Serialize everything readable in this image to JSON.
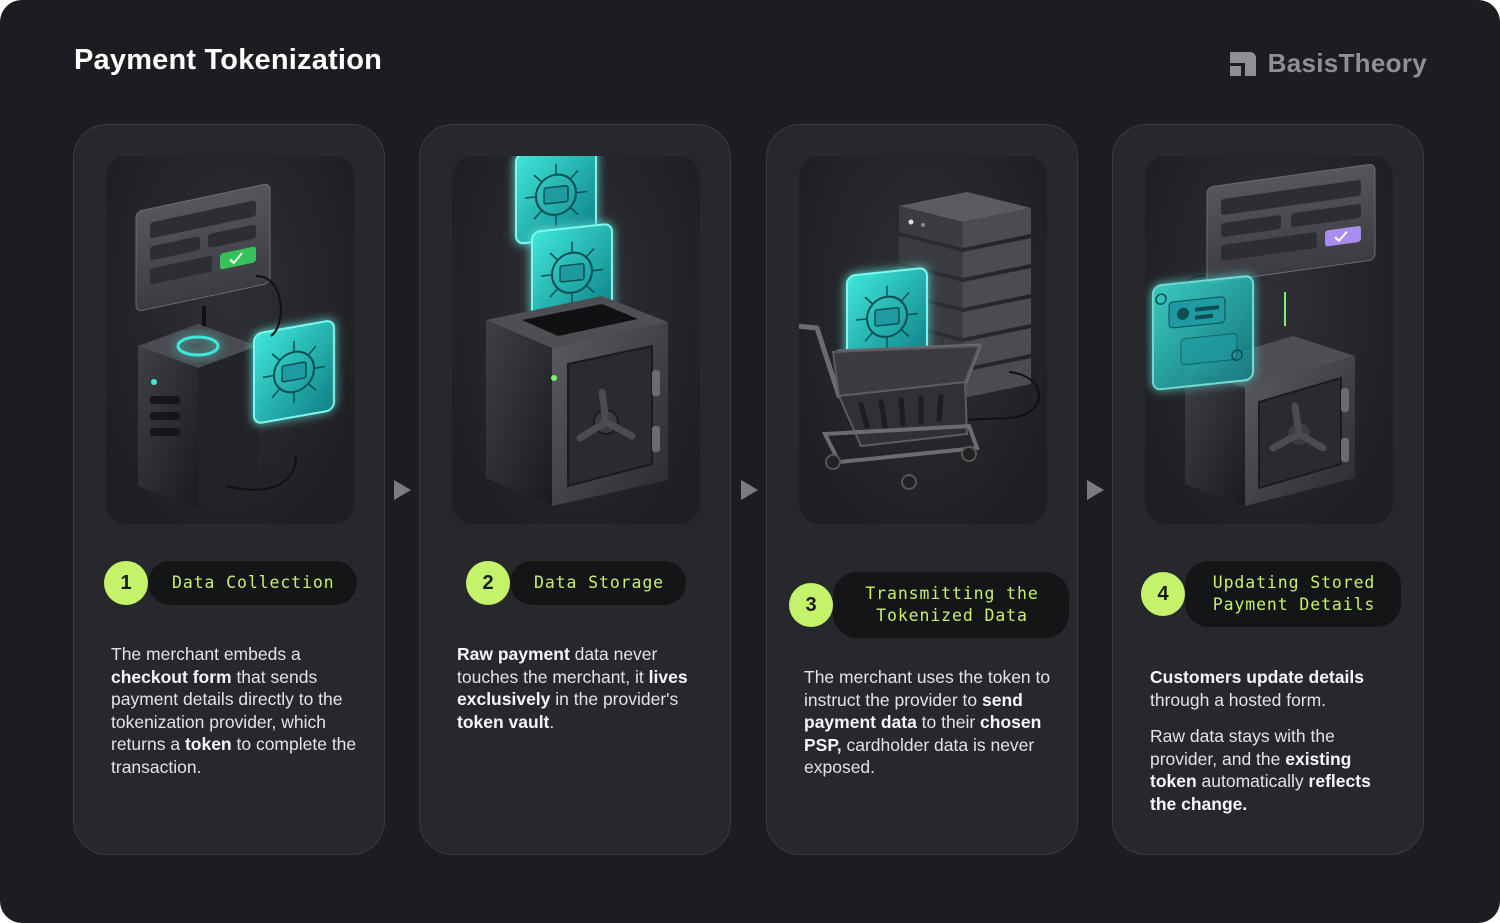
{
  "page": {
    "title": "Payment Tokenization",
    "brand": "BasisTheory"
  },
  "colors": {
    "background": "#1c1d20",
    "card": "#26282c",
    "accent_lime": "#c5f26b",
    "accent_cyan": "#33e0d4",
    "text": "#e2e3e6"
  },
  "steps": [
    {
      "number": "1",
      "title": "Data Collection",
      "illustration": "checkout-form-terminal-icon",
      "segments": [
        {
          "t": "The merchant embeds a ",
          "b": false
        },
        {
          "t": "checkout form",
          "b": true
        },
        {
          "t": " that sends payment details directly to the tokenization provider, which returns a ",
          "b": false
        },
        {
          "t": "token",
          "b": true
        },
        {
          "t": " to complete the transaction.",
          "b": false
        }
      ]
    },
    {
      "number": "2",
      "title": "Data Storage",
      "illustration": "token-vault-safe-icon",
      "segments": [
        {
          "t": "Raw payment",
          "b": true
        },
        {
          "t": " data never touches the merchant, it ",
          "b": false
        },
        {
          "t": "lives exclusively",
          "b": true
        },
        {
          "t": " in the provider's ",
          "b": false
        },
        {
          "t": "token vault",
          "b": true
        },
        {
          "t": ".",
          "b": false
        }
      ]
    },
    {
      "number": "3",
      "title": "Transmitting the Tokenized Data",
      "illustration": "shopping-cart-server-icon",
      "segments": [
        {
          "t": "The merchant uses the token to instruct the provider to ",
          "b": false
        },
        {
          "t": "send payment data",
          "b": true
        },
        {
          "t": " to their ",
          "b": false
        },
        {
          "t": "chosen PSP,",
          "b": true
        },
        {
          "t": " cardholder data is never exposed.",
          "b": false
        }
      ]
    },
    {
      "number": "4",
      "title": "Updating Stored Payment Details",
      "illustration": "hosted-form-vault-icon",
      "paragraphs": [
        [
          {
            "t": "Customers update details",
            "b": true
          },
          {
            "t": " through a hosted form.",
            "b": false
          }
        ],
        [
          {
            "t": "Raw data stays with the provider, and the ",
            "b": false
          },
          {
            "t": "existing token",
            "b": true
          },
          {
            "t": " automatically ",
            "b": false
          },
          {
            "t": "reflects the change.",
            "b": true
          }
        ]
      ]
    }
  ]
}
